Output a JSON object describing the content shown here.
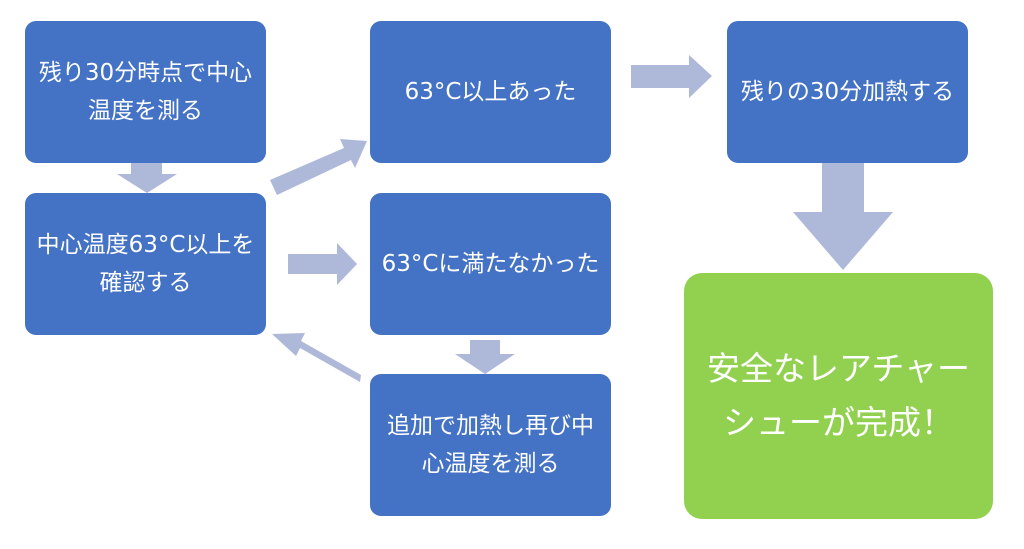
{
  "nodes": {
    "measure_at_30": "残り30分時点で中心温度を測る",
    "check_63": "中心温度63°C以上を確認する",
    "above_63": "63°C以上あった",
    "below_63": "63°Cに満たなかった",
    "heat_again": "追加で加熱し再び中心温度を測る",
    "heat_remaining": "残りの30分加熱する",
    "complete": "安全なレアチャーシューが完成！"
  },
  "colors": {
    "process_box": "#4472c4",
    "final_box": "#92d050",
    "arrow": "#aeb9da",
    "text": "#ffffff"
  }
}
